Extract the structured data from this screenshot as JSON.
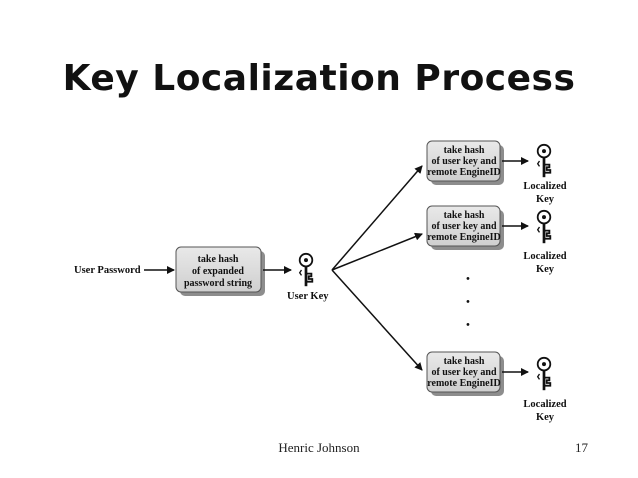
{
  "slide": {
    "title": "Key Localization Process",
    "author": "Henric Johnson",
    "page_number": "17"
  },
  "diagram": {
    "input_label": "User Password",
    "hash_box": [
      "take hash",
      "of expanded",
      "password string"
    ],
    "user_key_label": "User Key",
    "localize_boxes": [
      {
        "lines": [
          "take hash",
          "of user key and",
          "remote EngineID"
        ],
        "output": [
          "Localized",
          "Key"
        ]
      },
      {
        "lines": [
          "take hash",
          "of user key and",
          "remote EngineID"
        ],
        "output": [
          "Localized",
          "Key"
        ]
      },
      {
        "lines": [
          "take hash",
          "of user key and",
          "remote EngineID"
        ],
        "output": [
          "Localized",
          "Key"
        ]
      }
    ],
    "ellipsis_glyph": "•"
  }
}
